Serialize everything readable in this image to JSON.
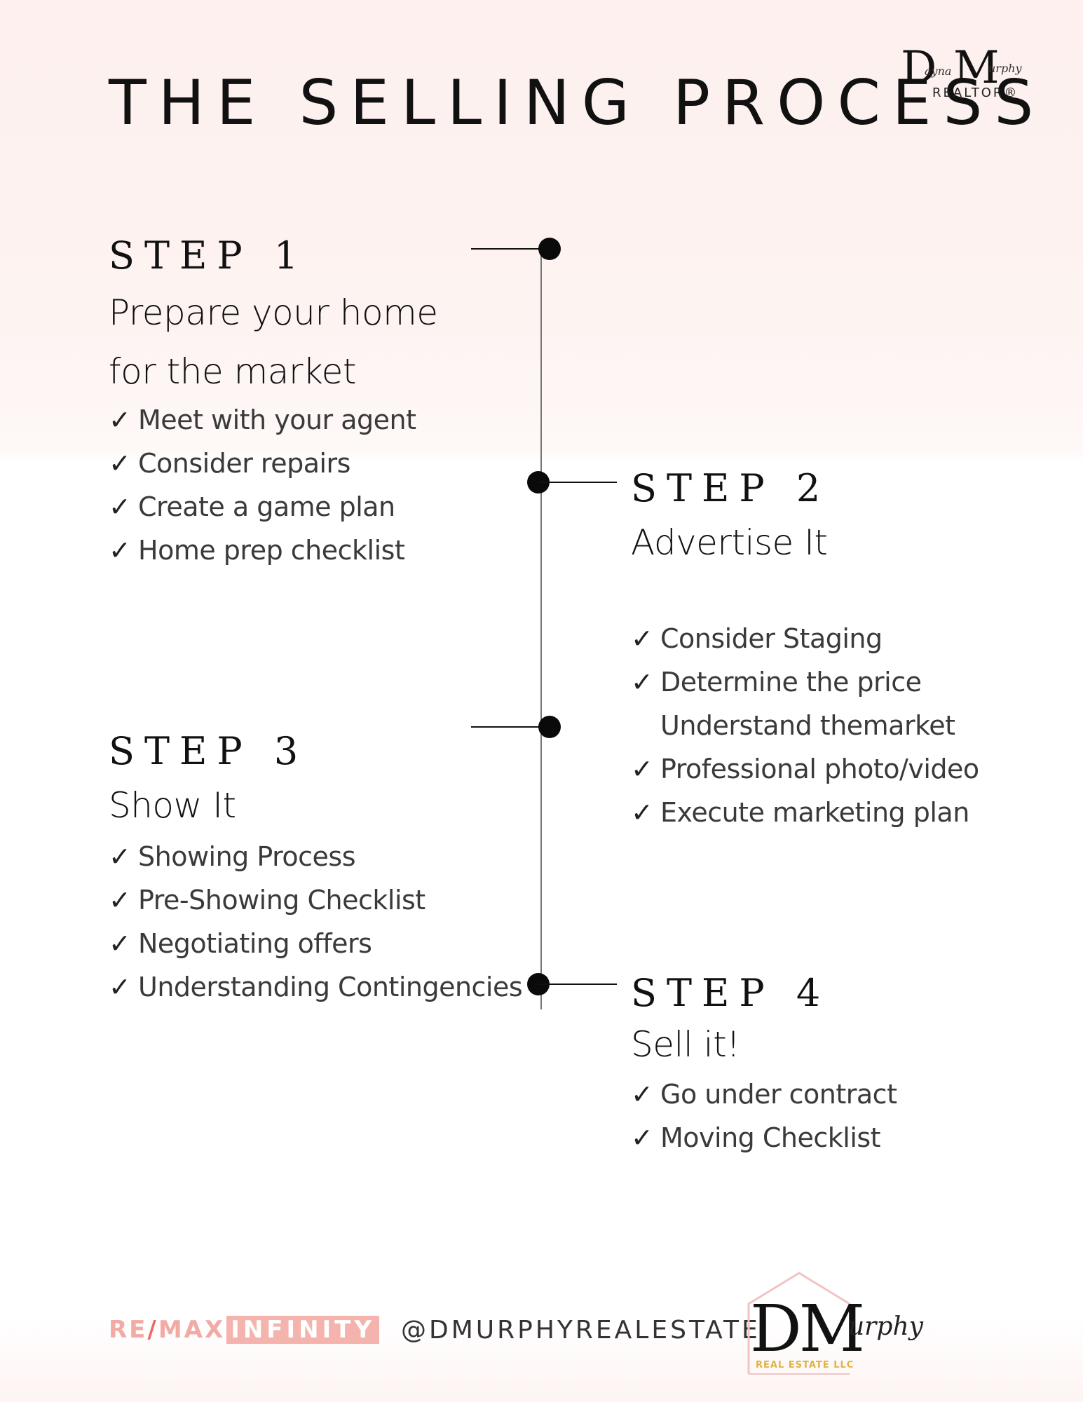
{
  "title": "THE SELLING PROCESS",
  "brand_top": {
    "signature_initial_left": "D",
    "signature_initial_right": "M",
    "signature_small_left": "ayna",
    "signature_small_right": "urphy",
    "realtor": "REALTOR®"
  },
  "steps": [
    {
      "label": "STEP 1",
      "heading_line1": "Prepare your home",
      "heading_line2": "for the market",
      "items": [
        "Meet with your agent",
        "Consider repairs",
        "Create a game plan",
        "Home prep checklist"
      ]
    },
    {
      "label": "STEP 2",
      "heading_line1": "Advertise It",
      "items": [
        "Consider Staging",
        "Determine the price",
        "Understand themarket",
        "Professional photo/video",
        "Execute marketing plan"
      ]
    },
    {
      "label": "STEP 3",
      "heading_line1": "Show It",
      "items": [
        "Showing Process",
        "Pre-Showing Checklist",
        "Negotiating offers",
        "Understanding Contingencies"
      ]
    },
    {
      "label": "STEP 4",
      "heading_line1": "Sell it!",
      "items": [
        "Go under contract",
        "Moving Checklist"
      ]
    }
  ],
  "check_mark": "✓",
  "footer": {
    "remax_re": "RE",
    "remax_slash": "/",
    "remax_max": "MAX",
    "remax_infinity": "INFINITY",
    "handle": "@DMURPHYREALESTATE",
    "logo_dm": "DM",
    "logo_urphy": "urphy",
    "logo_llc": "REAL ESTATE LLC"
  },
  "colors": {
    "accent_pink": "#f4b3ad",
    "remax_red": "#e86b66",
    "gold": "#e0b340",
    "timeline": "#777777"
  }
}
